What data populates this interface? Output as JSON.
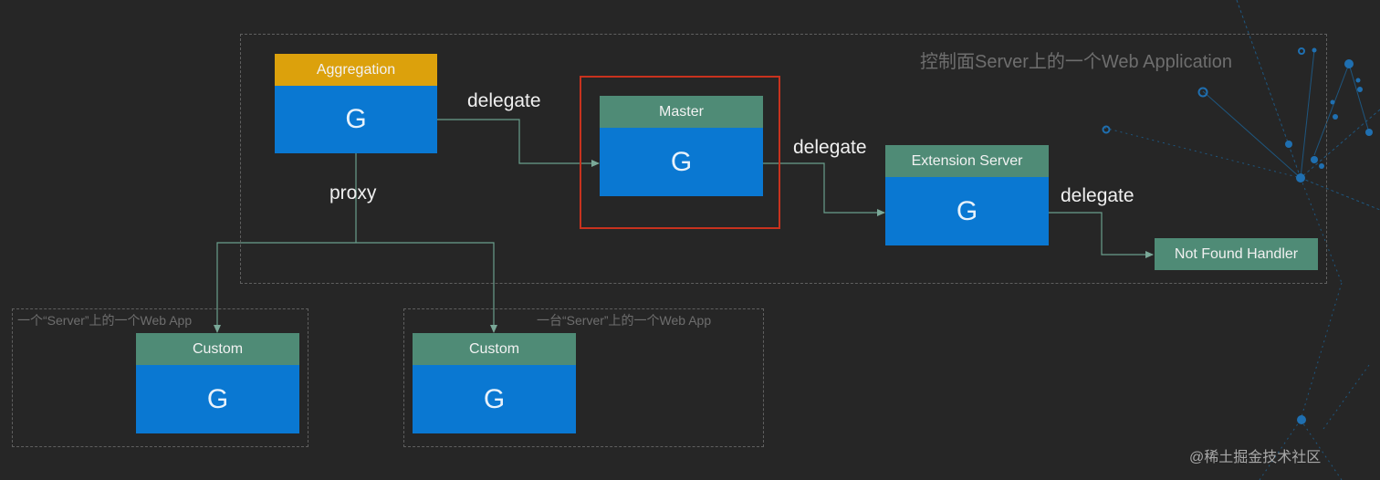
{
  "regions": {
    "control_plane_label": "控制面Server上的一个Web Application",
    "server_a_label": "一个“Server”上的一个Web App",
    "server_b_label": "一台“Server”上的一个Web App"
  },
  "nodes": {
    "aggregation": {
      "header": "Aggregation",
      "body": "G"
    },
    "master": {
      "header": "Master",
      "body": "G"
    },
    "extension": {
      "header": "Extension Server",
      "body": "G"
    },
    "not_found": {
      "label": "Not Found Handler"
    },
    "custom_a": {
      "header": "Custom",
      "body": "G"
    },
    "custom_b": {
      "header": "Custom",
      "body": "G"
    }
  },
  "edges": {
    "agg_to_master": "delegate",
    "master_to_extension": "delegate",
    "extension_to_notfound": "delegate",
    "agg_to_custom": "proxy"
  },
  "watermark": "@稀土掘金技术社区",
  "colors": {
    "background": "#262626",
    "node_body": "#0a78d2",
    "node_header_green": "#4f8b76",
    "node_header_amber": "#dca10c",
    "highlight_border": "#c8321e",
    "connector": "#6a9e8c"
  }
}
